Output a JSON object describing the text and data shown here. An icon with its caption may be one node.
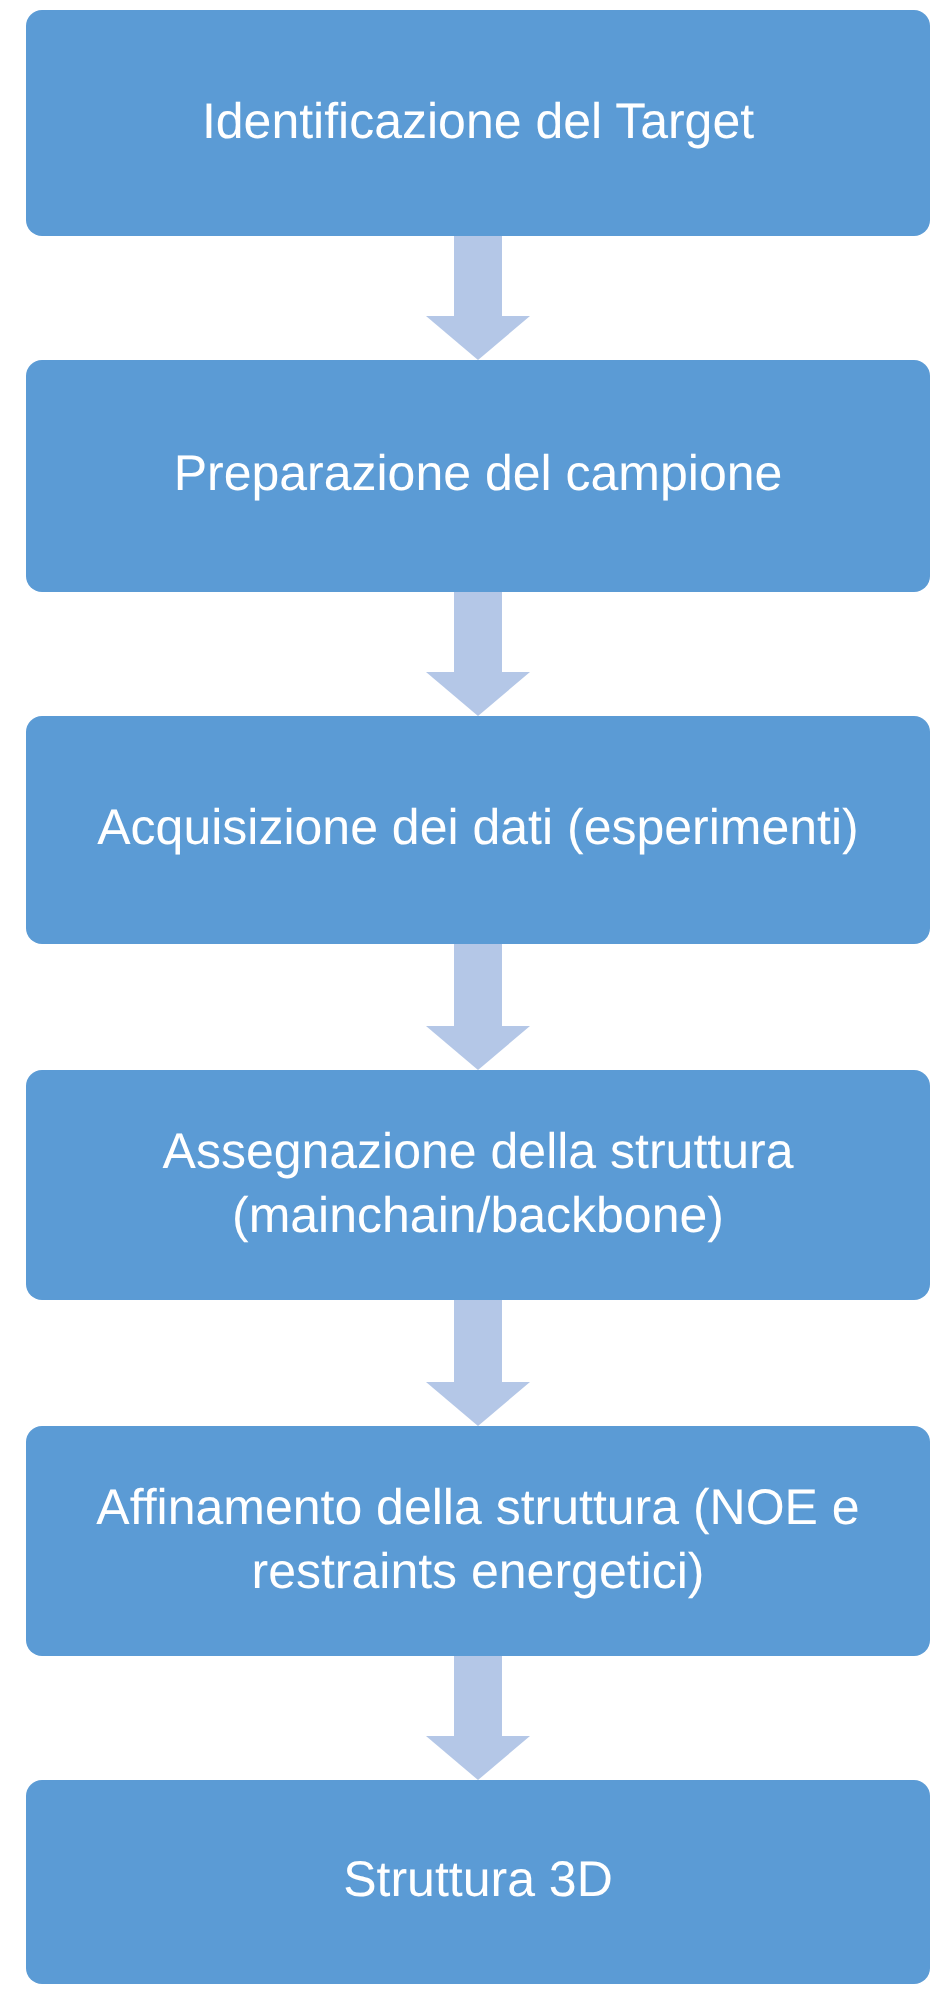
{
  "diagram": {
    "nodes": [
      {
        "text": [
          "Identificazione del Target"
        ]
      },
      {
        "text": [
          "Preparazione del campione"
        ]
      },
      {
        "text": [
          "Acquisizione dei dati (esperimenti)"
        ]
      },
      {
        "text": [
          "Assegnazione della struttura (mainchain/backbone)"
        ]
      },
      {
        "text": [
          "Affinamento della struttura (NOE e restraints energetici)"
        ]
      },
      {
        "text": [
          "Struttura 3D"
        ]
      }
    ],
    "edges": [
      {
        "from": 0,
        "to": 1,
        "arrow": "to"
      },
      {
        "from": 1,
        "to": 2,
        "arrow": "to"
      },
      {
        "from": 2,
        "to": 3,
        "arrow": "to"
      },
      {
        "from": 3,
        "to": 4,
        "arrow": "to"
      },
      {
        "from": 4,
        "to": 5,
        "arrow": "to"
      }
    ]
  }
}
